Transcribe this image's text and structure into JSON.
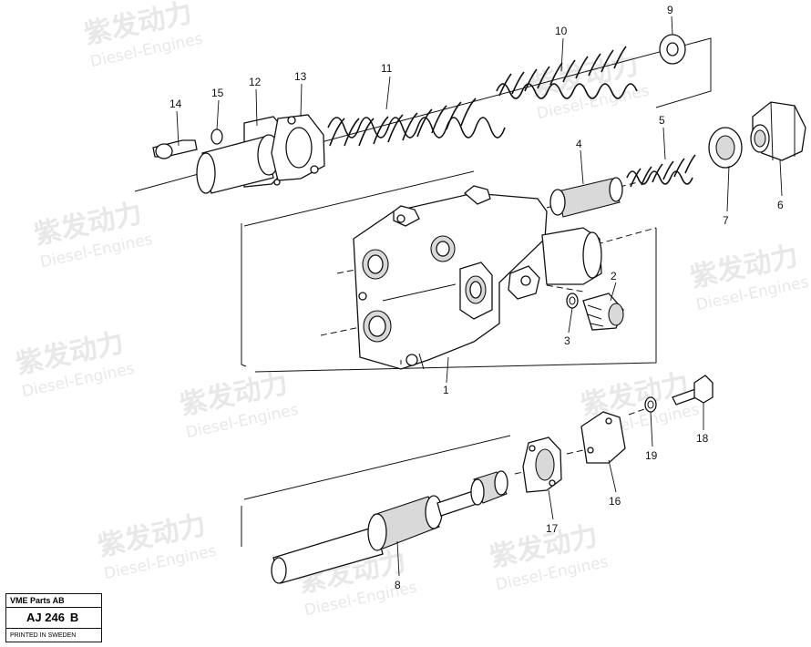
{
  "watermark": {
    "cn": "紫发动力",
    "en": "Diesel-Engines"
  },
  "callouts": [
    "1",
    "2",
    "3",
    "4",
    "5",
    "6",
    "7",
    "8",
    "9",
    "10",
    "11",
    "12",
    "13",
    "14",
    "15",
    "16",
    "17",
    "18",
    "19"
  ],
  "title_block": {
    "company": "VME Parts AB",
    "code": "AJ 246",
    "code_letter": "B",
    "printed": "PRINTED IN SWEDEN"
  }
}
